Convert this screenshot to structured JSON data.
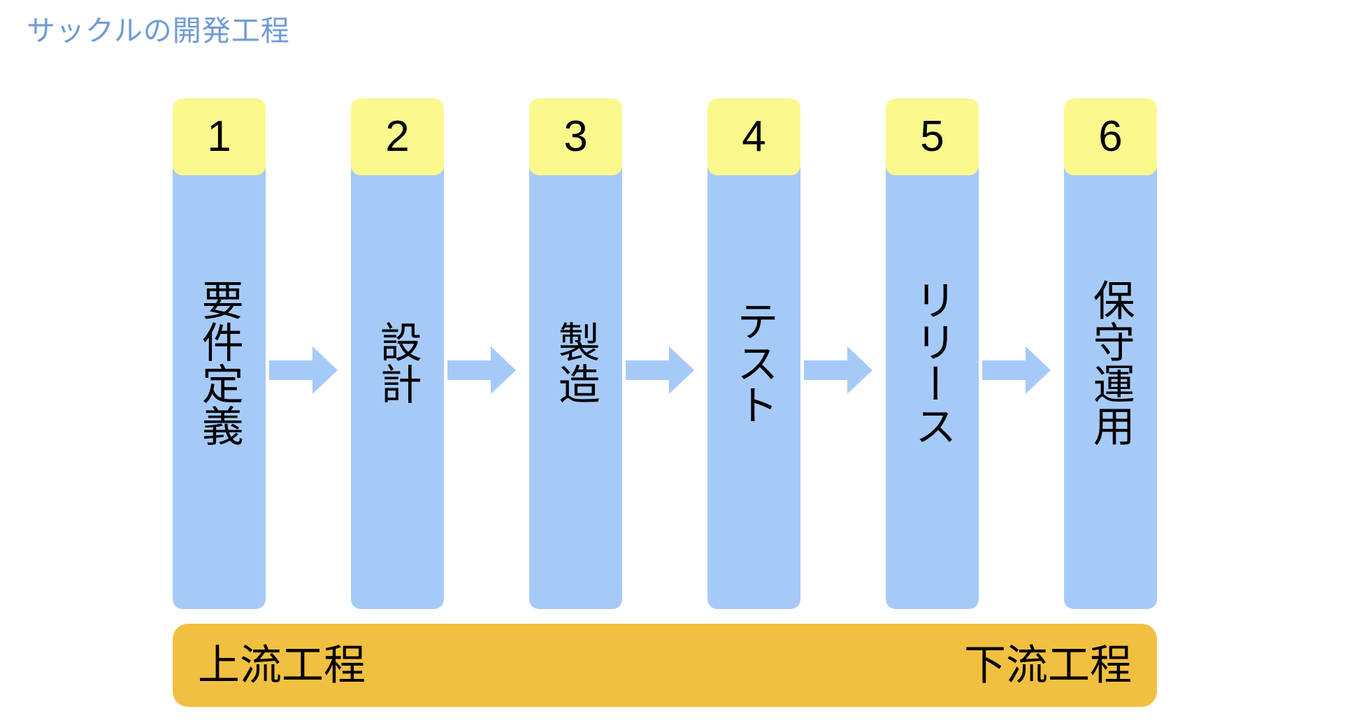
{
  "title": "サックルの開発工程",
  "colors": {
    "title_text": "#6F9BD6",
    "stage_header": "#FBF88D",
    "stage_body": "#A6CAF8",
    "arrow": "#A6CAF8",
    "phase_band": "#F2C040",
    "label_text": "#000000",
    "background": "#FFFFFF"
  },
  "stages": [
    {
      "number": "1",
      "label": "要件定義"
    },
    {
      "number": "2",
      "label": "設計"
    },
    {
      "number": "3",
      "label": "製造"
    },
    {
      "number": "4",
      "label": "テスト"
    },
    {
      "number": "5",
      "label": "リリース"
    },
    {
      "number": "6",
      "label": "保守運用"
    }
  ],
  "arrows": [
    {
      "name": "arrow-1-to-2"
    },
    {
      "name": "arrow-2-to-3"
    },
    {
      "name": "arrow-3-to-4"
    },
    {
      "name": "arrow-4-to-5"
    },
    {
      "name": "arrow-5-to-6"
    }
  ],
  "phase_band": {
    "upstream_label": "上流工程",
    "downstream_label": "下流工程"
  }
}
